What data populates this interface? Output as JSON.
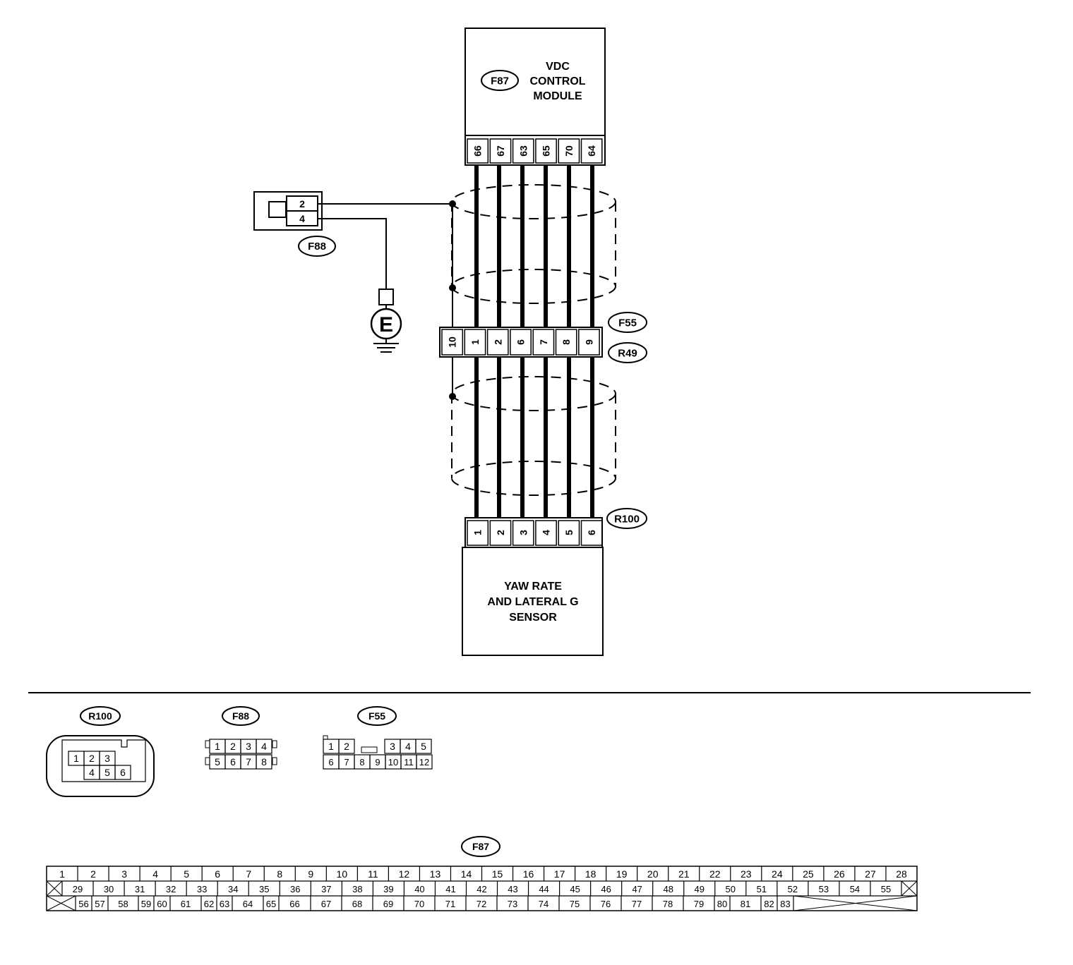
{
  "colors": {
    "line": "#000000",
    "background": "#ffffff"
  },
  "modules": {
    "vdc": {
      "code": "F87",
      "lines": [
        "VDC",
        "CONTROL",
        "MODULE"
      ],
      "pins": [
        "66",
        "67",
        "63",
        "65",
        "70",
        "64"
      ]
    },
    "sensor": {
      "code": "R100",
      "lines": [
        "YAW RATE",
        "AND LATERAL G",
        "SENSOR"
      ],
      "pins": [
        "1",
        "2",
        "3",
        "4",
        "5",
        "6"
      ]
    }
  },
  "joint_connector": {
    "codes": [
      "F55",
      "R49"
    ],
    "pins": [
      "10",
      "1",
      "2",
      "6",
      "7",
      "8",
      "9"
    ]
  },
  "ground_connector": {
    "code": "F88",
    "pins": [
      "2",
      "4"
    ]
  },
  "ground_symbol": {
    "letter": "E",
    "icon": "ground-icon"
  },
  "connector_faces": {
    "r100": {
      "code": "R100",
      "row1": [
        "1",
        "2",
        "3"
      ],
      "row2": [
        "4",
        "5",
        "6"
      ]
    },
    "f88": {
      "code": "F88",
      "row1": [
        "1",
        "2",
        "3",
        "4"
      ],
      "row2": [
        "5",
        "6",
        "7",
        "8"
      ]
    },
    "f55": {
      "code": "F55",
      "row1": [
        "1",
        "2",
        "3",
        "4",
        "5"
      ],
      "row2": [
        "6",
        "7",
        "8",
        "9",
        "10",
        "11",
        "12"
      ]
    },
    "f87": {
      "code": "F87",
      "row1": [
        "1",
        "2",
        "3",
        "4",
        "5",
        "6",
        "7",
        "8",
        "9",
        "10",
        "11",
        "12",
        "13",
        "14",
        "15",
        "16",
        "17",
        "18",
        "19",
        "20",
        "21",
        "22",
        "23",
        "24",
        "25",
        "26",
        "27",
        "28"
      ],
      "row2": [
        "29",
        "30",
        "31",
        "32",
        "33",
        "34",
        "35",
        "36",
        "37",
        "38",
        "39",
        "40",
        "41",
        "42",
        "43",
        "44",
        "45",
        "46",
        "47",
        "48",
        "49",
        "50",
        "51",
        "52",
        "53",
        "54",
        "55"
      ],
      "row3": [
        "56",
        "57",
        "58",
        "59",
        "60",
        "61",
        "62",
        "63",
        "64",
        "65",
        "66",
        "67",
        "68",
        "69",
        "70",
        "71",
        "72",
        "73",
        "74",
        "75",
        "76",
        "77",
        "78",
        "79",
        "80",
        "81",
        "82",
        "83"
      ]
    }
  }
}
